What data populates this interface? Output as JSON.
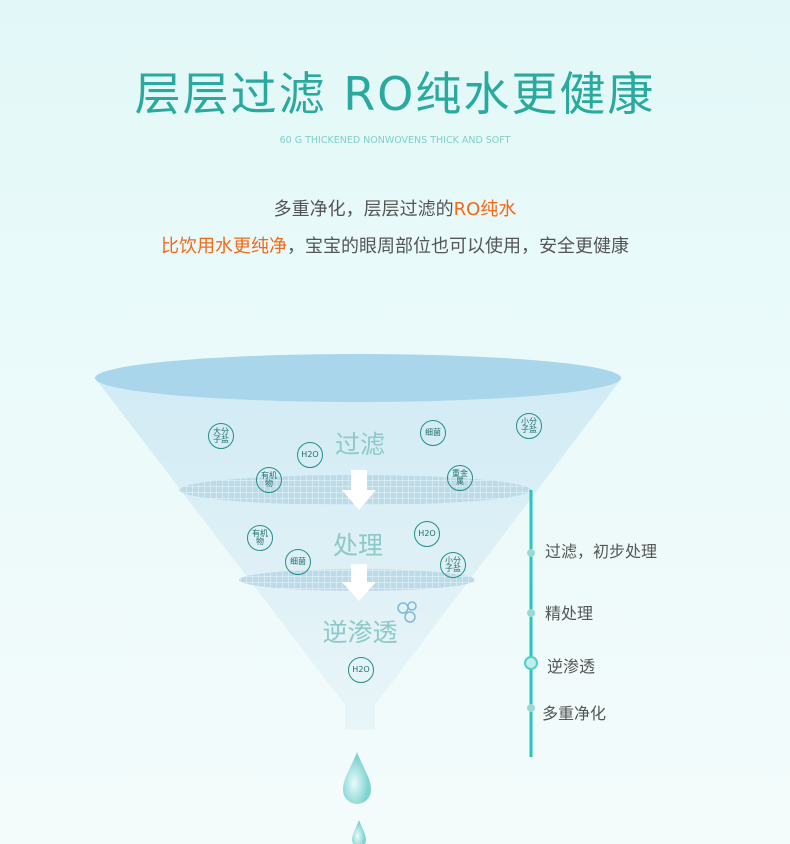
{
  "title": "层层过滤 RO纯水更健康",
  "subtitle": "60 G THICKENED NONWOVENS THICK AND SOFT",
  "line1": {
    "text": "多重净化，层层过滤的",
    "highlight": "RO纯水"
  },
  "line2": {
    "highlight": "比饮用水更纯净",
    "text": "，宝宝的眼周部位也可以使用，安全更健康"
  },
  "stages": [
    "过滤",
    "处理",
    "逆渗透"
  ],
  "particles": {
    "big_salt": "大分子盐",
    "bacteria": "细菌",
    "small_salt": "小分子盐",
    "organic": "有机物",
    "heavy_metal": "重金属",
    "water": "H2O"
  },
  "timeline": [
    "过滤，初步处理",
    "精处理",
    "逆渗透",
    "多重净化"
  ],
  "colors": {
    "teal": "#2aaa9e",
    "orange": "#f06a1a",
    "timeline": "#25c6bd"
  }
}
